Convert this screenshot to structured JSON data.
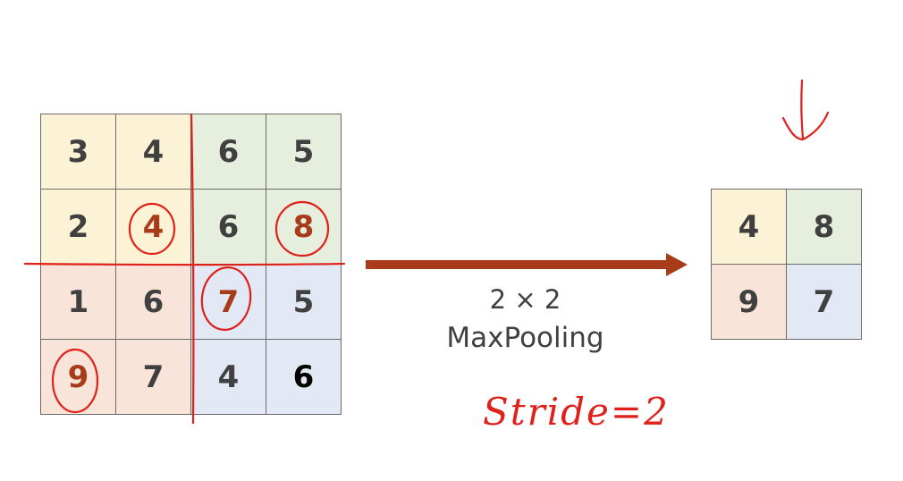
{
  "input_matrix": [
    [
      {
        "value": "3",
        "quadrant": "yellow",
        "style": "normal"
      },
      {
        "value": "4",
        "quadrant": "yellow",
        "style": "normal"
      },
      {
        "value": "6",
        "quadrant": "green",
        "style": "normal"
      },
      {
        "value": "5",
        "quadrant": "green",
        "style": "normal"
      }
    ],
    [
      {
        "value": "2",
        "quadrant": "yellow",
        "style": "normal"
      },
      {
        "value": "4",
        "quadrant": "yellow",
        "style": "highlight"
      },
      {
        "value": "6",
        "quadrant": "green",
        "style": "normal"
      },
      {
        "value": "8",
        "quadrant": "green",
        "style": "highlight"
      }
    ],
    [
      {
        "value": "1",
        "quadrant": "peach",
        "style": "normal"
      },
      {
        "value": "6",
        "quadrant": "peach",
        "style": "normal"
      },
      {
        "value": "7",
        "quadrant": "blue",
        "style": "highlight"
      },
      {
        "value": "5",
        "quadrant": "blue",
        "style": "normal"
      }
    ],
    [
      {
        "value": "9",
        "quadrant": "peach",
        "style": "highlight"
      },
      {
        "value": "7",
        "quadrant": "peach",
        "style": "normal"
      },
      {
        "value": "4",
        "quadrant": "blue",
        "style": "normal"
      },
      {
        "value": "6",
        "quadrant": "blue",
        "style": "dark"
      }
    ]
  ],
  "output_matrix": [
    [
      {
        "value": "4",
        "quadrant": "yellow",
        "style": "normal"
      },
      {
        "value": "8",
        "quadrant": "green",
        "style": "normal"
      }
    ],
    [
      {
        "value": "9",
        "quadrant": "peach",
        "style": "normal"
      },
      {
        "value": "7",
        "quadrant": "blue",
        "style": "normal"
      }
    ]
  ],
  "operation": {
    "size_label": "2 × 2",
    "name_label": "MaxPooling"
  },
  "handwritten_note": "Stride=2",
  "colors": {
    "yellow": "#fcf2d6",
    "green": "#e6eedd",
    "peach": "#f8e4d9",
    "blue": "#e2e9f4",
    "arrow": "#a83c1a",
    "ink": "#e0201a",
    "grid_line": "#6b6b6b",
    "text": "#404040"
  }
}
